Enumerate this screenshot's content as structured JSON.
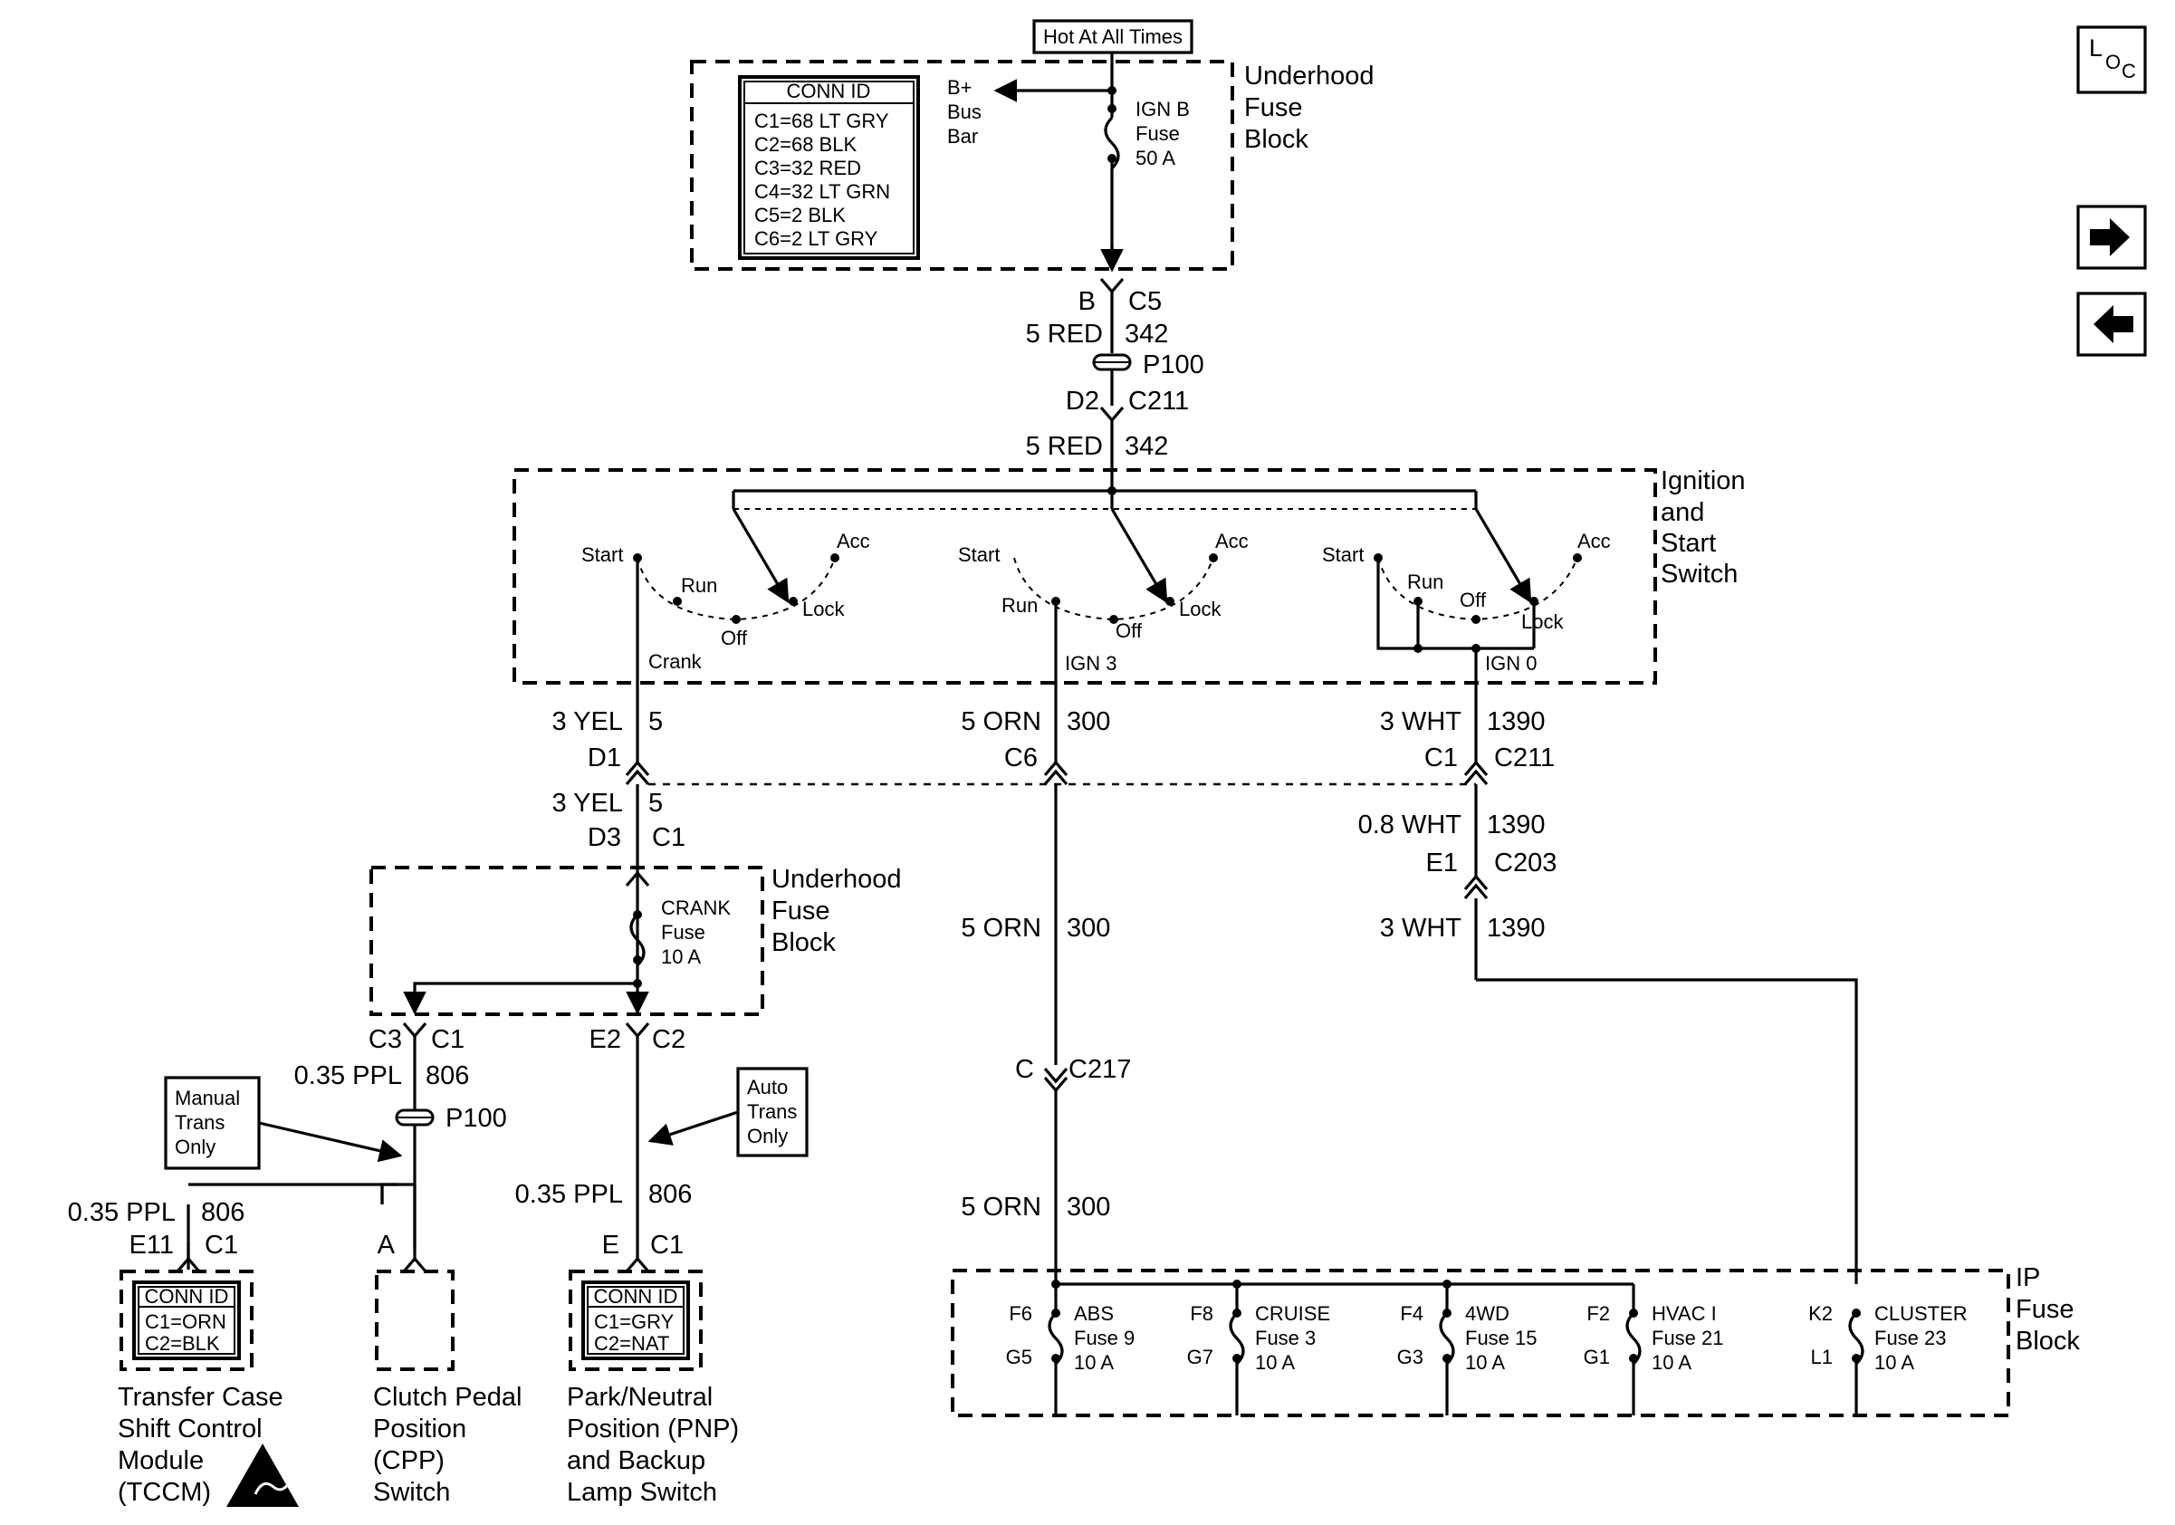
{
  "nav": {
    "loc_L": "L",
    "loc_O": "O",
    "loc_C": "C"
  },
  "hot_label": "Hot At All Times",
  "underhood_top": {
    "title": [
      "Underhood",
      "Fuse",
      "Block"
    ],
    "conn_title": "CONN ID",
    "conn_rows": [
      "C1=68 LT GRY",
      "C2=68 BLK",
      "C3=32 RED",
      "C4=32 LT GRN",
      "C5=2 BLK",
      "C6=2 LT GRY"
    ],
    "bus": [
      "B+",
      "Bus",
      "Bar"
    ],
    "fuse": [
      "IGN B",
      "Fuse",
      "50 A"
    ]
  },
  "feed": {
    "b": "B",
    "c5": "C5",
    "wire1_size": "5 RED",
    "wire1_circuit": "342",
    "p100": "P100",
    "d2": "D2",
    "c211": "C211",
    "wire2_size": "5 RED",
    "wire2_circuit": "342"
  },
  "ignition_switch": {
    "title": [
      "Ignition",
      "and",
      "Start",
      "Switch"
    ],
    "s1": {
      "start": "Start",
      "run": "Run",
      "off": "Off",
      "lock": "Lock",
      "acc": "Acc",
      "out": "Crank"
    },
    "s2": {
      "start": "Start",
      "run": "Run",
      "off": "Off",
      "lock": "Lock",
      "acc": "Acc",
      "out": "IGN 3"
    },
    "s3": {
      "start": "Start",
      "run": "Run",
      "off": "Off",
      "lock": "Lock",
      "acc": "Acc",
      "out": "IGN 0"
    }
  },
  "crank_circuit": {
    "w1_size": "3 YEL",
    "w1_circ": "5",
    "d1": "D1",
    "w2_size": "3 YEL",
    "w2_circ": "5",
    "d3": "D3",
    "c1": "C1",
    "fuse_block": [
      "Underhood",
      "Fuse",
      "Block"
    ],
    "fuse": [
      "CRANK",
      "Fuse",
      "10 A"
    ],
    "c3": "C3",
    "c1b": "C1",
    "e2": "E2",
    "c2": "C2",
    "ppl1_size": "0.35 PPL",
    "ppl1_circ": "806",
    "p100": "P100",
    "manual_note": [
      "Manual",
      "Trans",
      "Only"
    ],
    "auto_note": [
      "Auto",
      "Trans",
      "Only"
    ],
    "ppl2_size": "0.35 PPL",
    "ppl2_circ": "806",
    "ppl3_size": "0.35 PPL",
    "ppl3_circ": "806",
    "e11": "E11",
    "c1c": "C1",
    "a": "A",
    "e": "E",
    "c1d": "C1"
  },
  "ign3_circuit": {
    "w1_size": "5 ORN",
    "w1_circ": "300",
    "c6": "C6",
    "w2_size": "5 ORN",
    "w2_circ": "300",
    "c": "C",
    "c217": "C217",
    "w3_size": "5 ORN",
    "w3_circ": "300"
  },
  "ign0_circuit": {
    "w1_size": "3 WHT",
    "w1_circ": "1390",
    "c1": "C1",
    "c211": "C211",
    "w2_size": "0.8 WHT",
    "w2_circ": "1390",
    "e1": "E1",
    "c203": "C203",
    "w3_size": "3 WHT",
    "w3_circ": "1390"
  },
  "components": {
    "tccm": {
      "conn_title": "CONN ID",
      "conn_rows": [
        "C1=ORN",
        "C2=BLK"
      ],
      "name": [
        "Transfer Case",
        "Shift Control",
        "Module",
        "(TCCM)"
      ]
    },
    "cpp": {
      "name": [
        "Clutch Pedal",
        "Position",
        "(CPP)",
        "Switch"
      ]
    },
    "pnp": {
      "conn_title": "CONN ID",
      "conn_rows": [
        "C1=GRY",
        "C2=NAT"
      ],
      "name": [
        "Park/Neutral",
        "Position (PNP)",
        "and Backup",
        "Lamp Switch"
      ]
    }
  },
  "ip_fuse_block": {
    "title": [
      "IP",
      "Fuse",
      "Block"
    ],
    "fuses": [
      {
        "in": "F6",
        "out": "G5",
        "name": "ABS",
        "fuse": "Fuse 9",
        "amps": "10 A"
      },
      {
        "in": "F8",
        "out": "G7",
        "name": "CRUISE",
        "fuse": "Fuse 3",
        "amps": "10 A"
      },
      {
        "in": "F4",
        "out": "G3",
        "name": "4WD",
        "fuse": "Fuse 15",
        "amps": "10 A"
      },
      {
        "in": "F2",
        "out": "G1",
        "name": "HVAC I",
        "fuse": "Fuse 21",
        "amps": "10 A"
      },
      {
        "in": "K2",
        "out": "L1",
        "name": "CLUSTER",
        "fuse": "Fuse 23",
        "amps": "10 A"
      }
    ]
  }
}
